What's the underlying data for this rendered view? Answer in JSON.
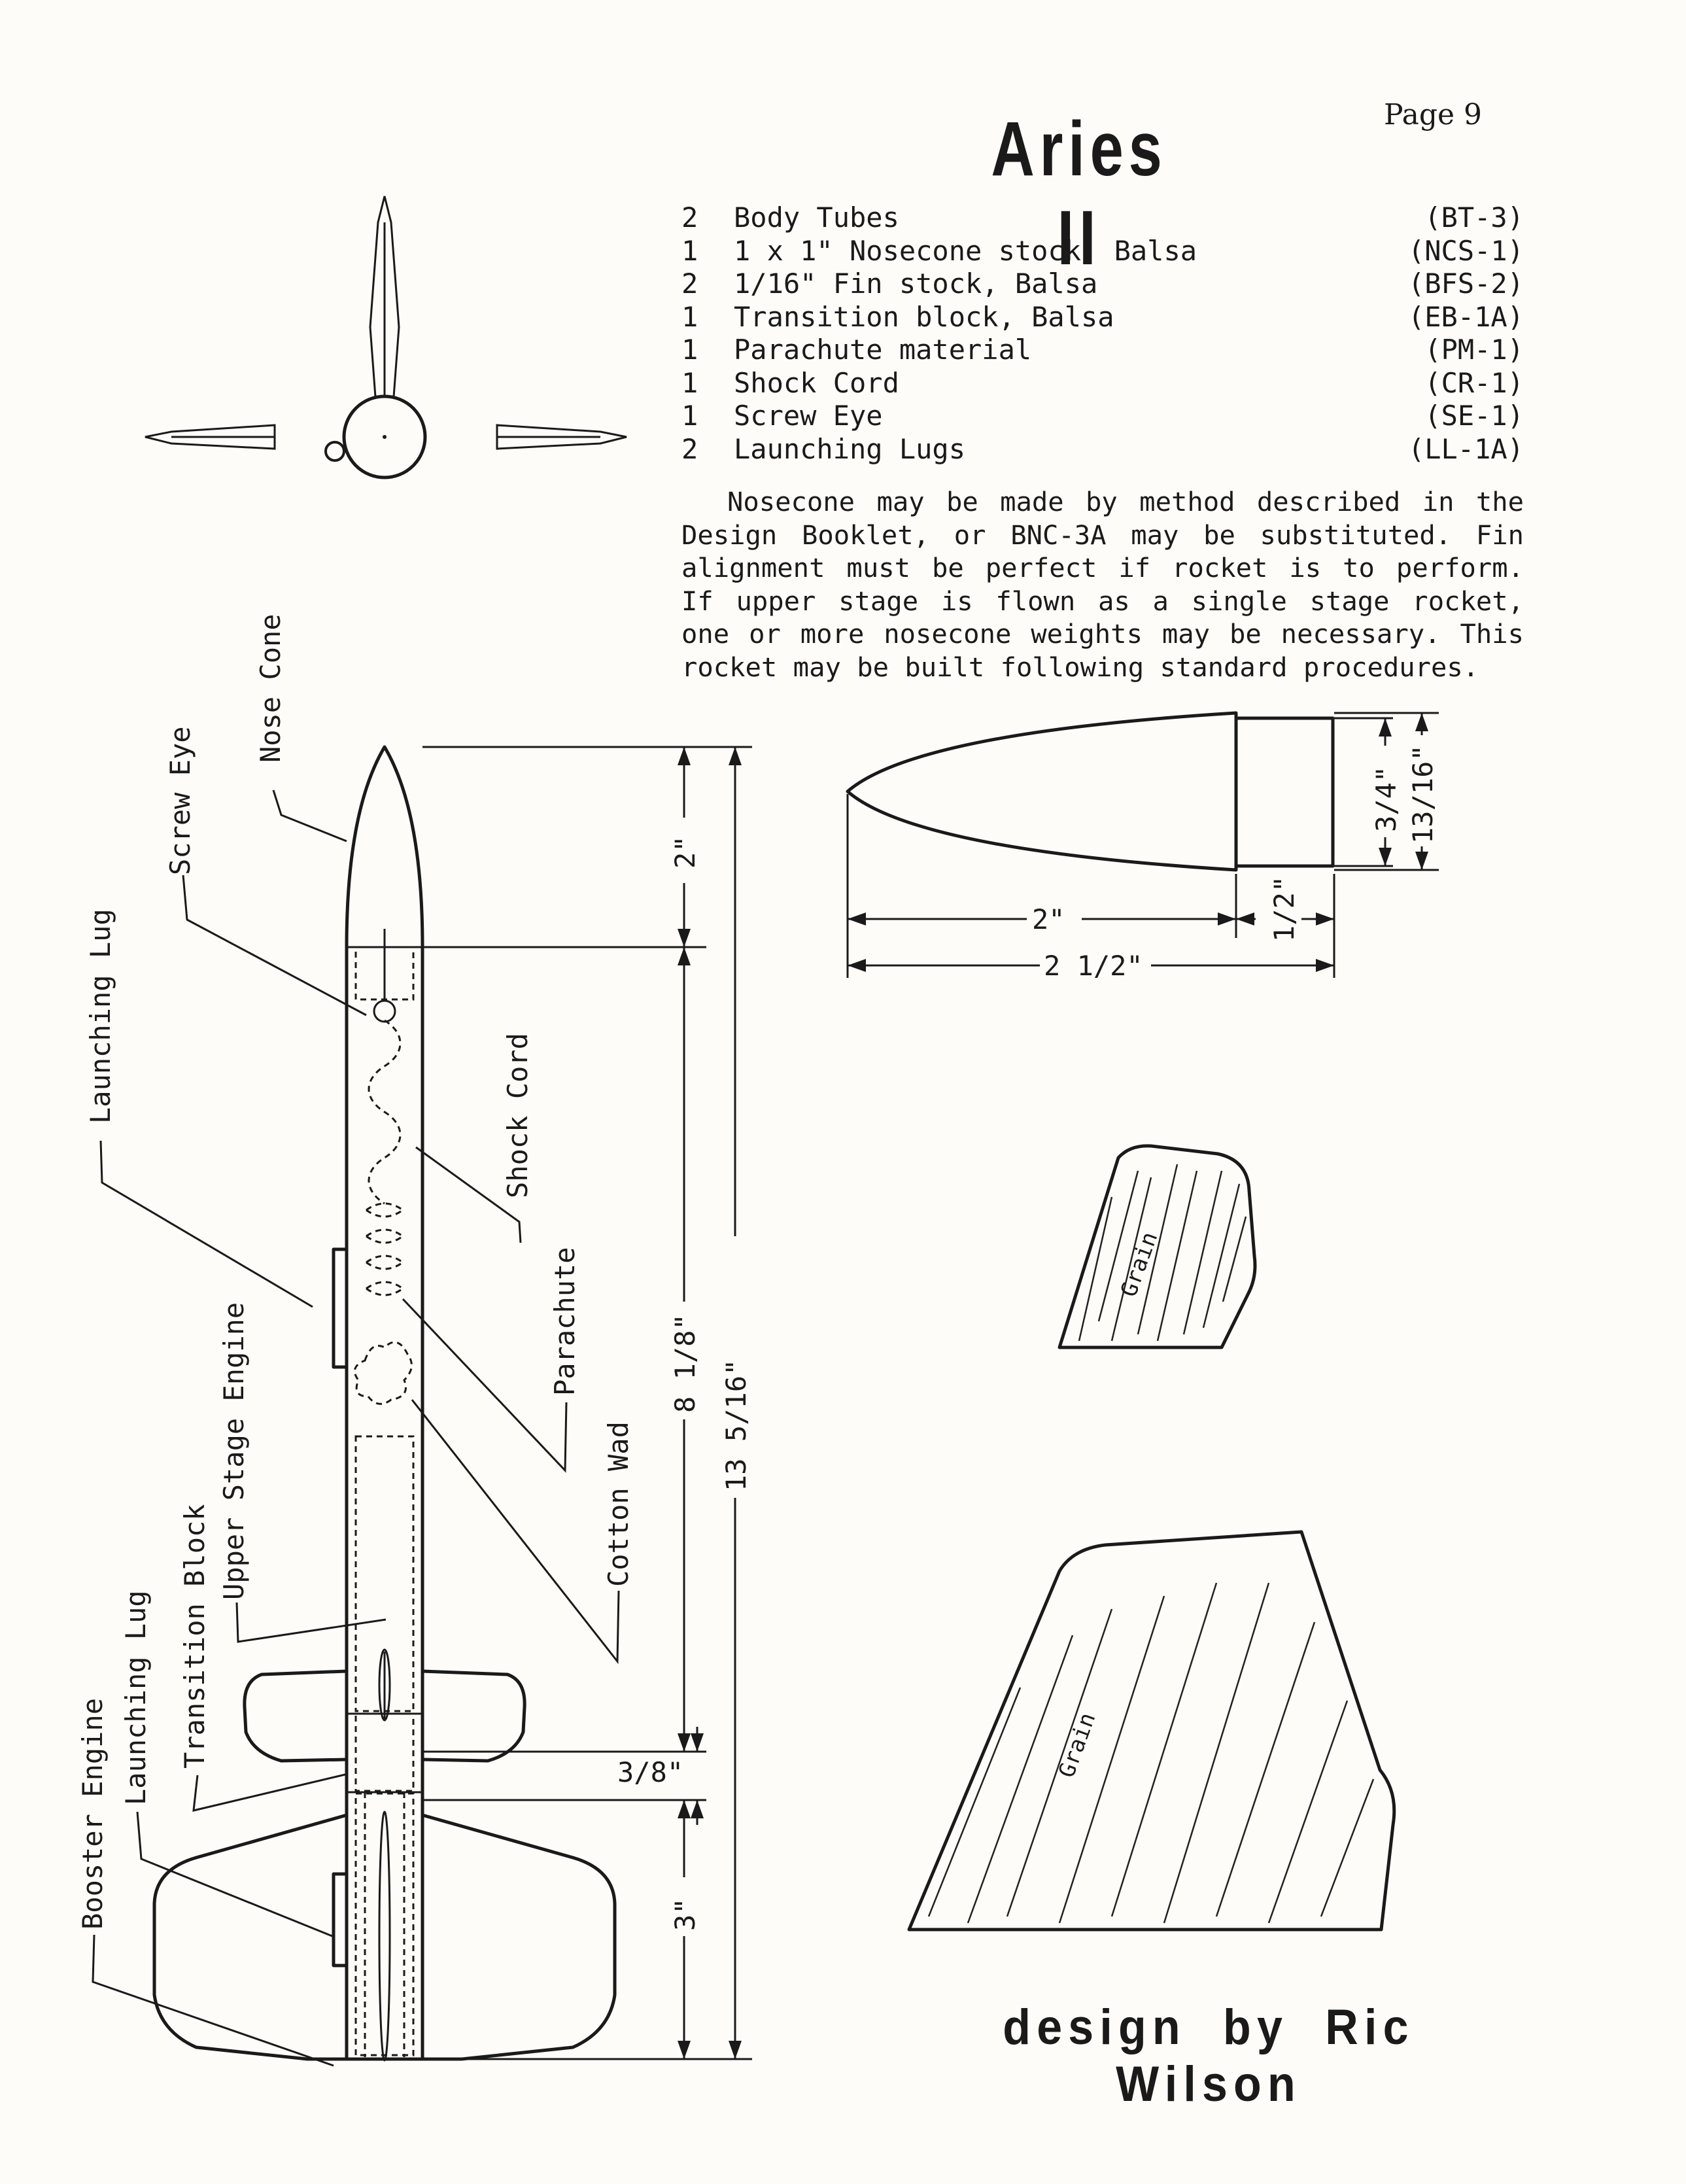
{
  "page_label": "Page 9",
  "title": "Aries II",
  "parts": [
    {
      "qty": "2",
      "name": "Body Tubes",
      "code": "(BT-3)"
    },
    {
      "qty": "1",
      "name": "1 x 1\" Nosecone stock, Balsa",
      "code": "(NCS-1)"
    },
    {
      "qty": "2",
      "name": "1/16\" Fin stock, Balsa",
      "code": "(BFS-2)"
    },
    {
      "qty": "1",
      "name": "Transition block, Balsa",
      "code": "(EB-1A)"
    },
    {
      "qty": "1",
      "name": "Parachute material",
      "code": "(PM-1)"
    },
    {
      "qty": "1",
      "name": "Shock Cord",
      "code": "(CR-1)"
    },
    {
      "qty": "1",
      "name": "Screw Eye",
      "code": "(SE-1)"
    },
    {
      "qty": "2",
      "name": "Launching Lugs",
      "code": "(LL-1A)"
    }
  ],
  "notes": "Nosecone may be made by method described in the Design Booklet, or BNC-3A may be substituted. Fin alignment must be perfect if rocket is to perform. If upper stage is flown as a single stage rocket, one or more nosecone weights may be necessary. This rocket may be built following standard procedures.",
  "labels": {
    "nose_cone": "Nose Cone",
    "screw_eye": "Screw Eye",
    "launching_lug_upper": "Launching Lug",
    "shock_cord": "Shock Cord",
    "parachute": "Parachute",
    "cotton_wad": "Cotton Wad",
    "upper_stage_engine": "Upper Stage Engine",
    "transition_block": "Transition Block",
    "launching_lug_lower": "Launching Lug",
    "booster_engine": "Booster Engine"
  },
  "dimensions": {
    "nose_length": "2\"",
    "upper_body": "8 1/8\"",
    "transition": "3/8\"",
    "booster": "3\"",
    "overall": "13 5/16\"",
    "nosecone_length": "2\"",
    "shoulder_length": "1/2\"",
    "nosecone_total": "2 1/2\"",
    "shoulder_dia": "3/4\"",
    "nosecone_dia": "13/16\""
  },
  "grain_label": "Grain",
  "credit": "design by Ric Wilson"
}
